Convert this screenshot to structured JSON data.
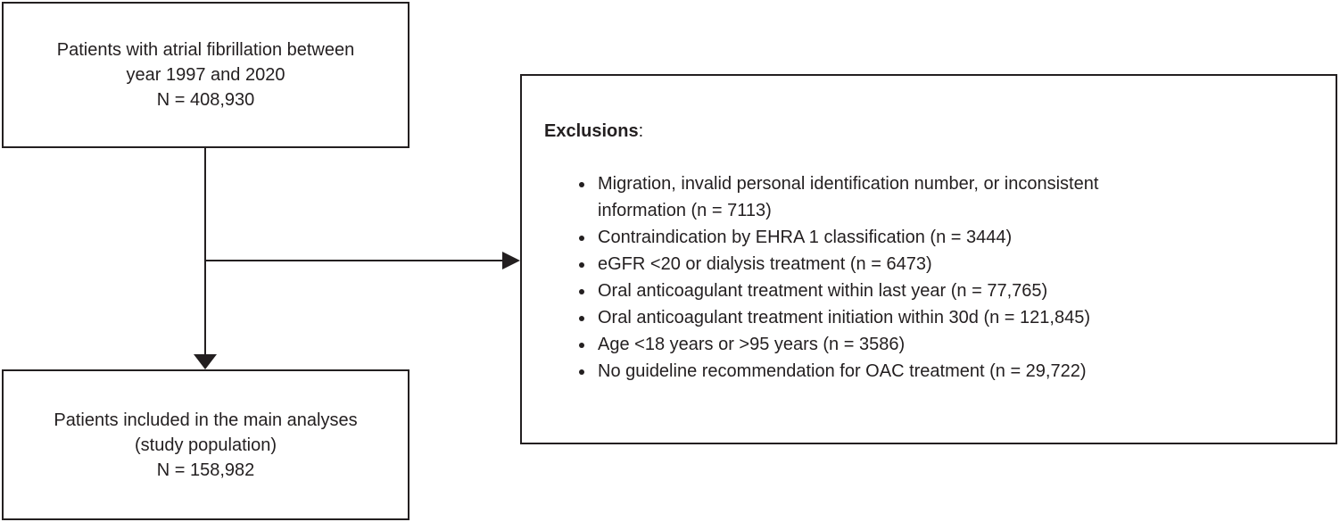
{
  "diagram": {
    "boxes": {
      "initial": {
        "lines": [
          "Patients with atrial fibrillation between",
          "year 1997 and 2020",
          "N = 408,930"
        ]
      },
      "included": {
        "lines": [
          "Patients included in the main analyses",
          "(study population)",
          "N = 158,982"
        ]
      },
      "exclusions": {
        "title": "Exclusions",
        "title_suffix": ":",
        "items": [
          "Migration, invalid personal identification number, or inconsistent information (n = 7113)",
          "Contraindication by EHRA 1 classification (n = 3444)",
          "eGFR <20 or dialysis treatment (n = 6473)",
          "Oral anticoagulant treatment within last year (n = 77,765)",
          "Oral anticoagulant treatment initiation within 30d (n = 121,845)",
          "Age <18 years or >95 years (n = 3586)",
          "No guideline recommendation for OAC treatment (n = 29,722)"
        ]
      }
    },
    "colors": {
      "line": "#231f20",
      "text": "#231f20",
      "background": "#ffffff"
    }
  }
}
